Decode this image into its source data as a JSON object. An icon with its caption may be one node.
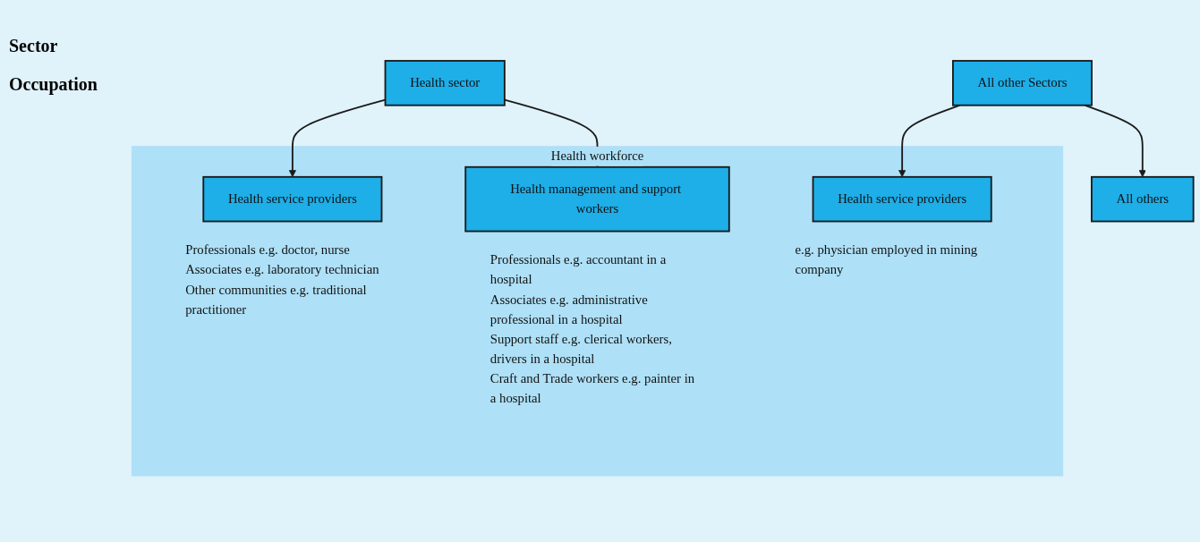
{
  "diagram": {
    "nodes": [
      {
        "text": [
          "Health sector"
        ]
      },
      {
        "text": [
          "All other Sectors"
        ]
      },
      {
        "text": [
          "Health workforce"
        ]
      },
      {
        "text": [
          "Health service providers"
        ],
        "in": 2,
        "beside": [
          "Professionals e.g. doctor, nurse",
          "Associates e.g. laboratory technician",
          "Other communities e.g. traditional practitioner"
        ]
      },
      {
        "text": [
          "Health management and support workers"
        ],
        "in": 2,
        "beside": [
          "Professionals e.g. accountant in a hospital",
          "Associates e.g. administrative professional in a hospital",
          "Support staff e.g. clerical workers, drivers in a hospital",
          "Craft and Trade workers e.g. painter in a hospital"
        ]
      },
      {
        "text": [
          "Health service providers"
        ],
        "in": 2,
        "beside": [
          "e.g. physician employed in mining company"
        ]
      },
      {
        "text": [
          "All others"
        ]
      }
    ],
    "edges": [
      {
        "from": 0,
        "to": 3,
        "arrow": "to"
      },
      {
        "from": 0,
        "to": 4,
        "arrow": "to"
      },
      {
        "from": 1,
        "to": 5,
        "arrow": "to"
      },
      {
        "from": 1,
        "to": 6,
        "arrow": "to"
      }
    ],
    "labels": [
      "Sector",
      "Occupation"
    ]
  }
}
